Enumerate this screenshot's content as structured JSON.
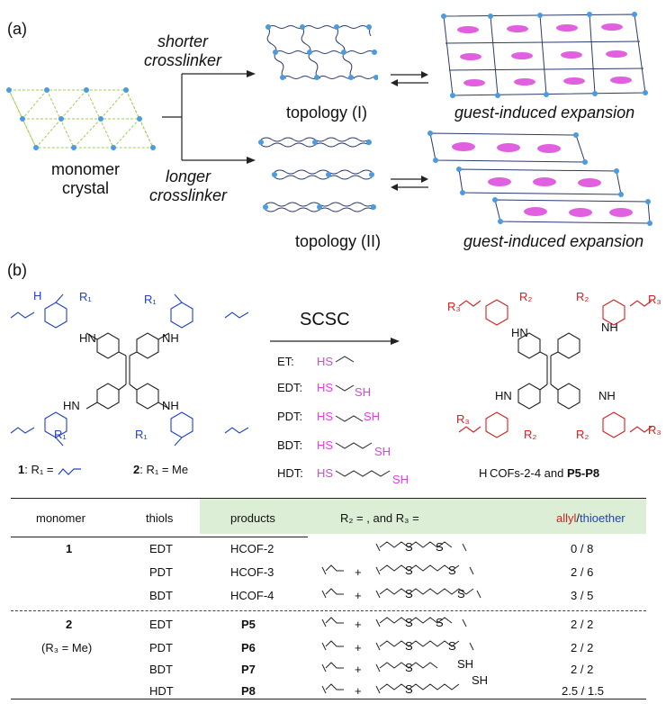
{
  "panel_a": {
    "label": "(a)",
    "shorter_line1": "shorter",
    "shorter_line2": "crosslinker",
    "longer_line1": "longer",
    "longer_line2": "crosslinker",
    "monomer_line1": "monomer",
    "monomer_line2": "crystal",
    "topology1": "topology (I)",
    "topology2": "topology (II)",
    "expansion1": "guest-induced expansion",
    "expansion2": "guest-induced expansion"
  },
  "panel_b": {
    "label": "(b)",
    "scsc": "SCSC",
    "thiols": [
      {
        "name": "ET:",
        "formula": "HS"
      },
      {
        "name": "EDT:",
        "formula": "HS",
        "end": "SH"
      },
      {
        "name": "PDT:",
        "formula": "HS",
        "end": "SH"
      },
      {
        "name": "BDT:",
        "formula": "HS",
        "end": "SH"
      },
      {
        "name": "HDT:",
        "formula": "HS",
        "end": "SH"
      }
    ],
    "monomer1_caption": ": R₁ =",
    "monomer1_num": "1",
    "monomer2_num": "2",
    "monomer2_caption": ": R₁ = Me",
    "product_caption_pre": "H COFs-2-4 and",
    "product_caption_bold": "P5-P8",
    "atoms": {
      "R1": "R₁",
      "R2": "R₂",
      "R3": "R₃",
      "N": "N",
      "H": "H",
      "HN": "HN",
      "NH": "NH"
    }
  },
  "table": {
    "headers": {
      "monomer": "monomer",
      "thiols": "thiols",
      "products": "products",
      "r_label": "R₂ = , and R₃ =",
      "allyl": "allyl",
      "slash": "/",
      "thioether": "thioether"
    },
    "rows": [
      {
        "monomer": "1",
        "thiol": "EDT",
        "product": "HCOF-2",
        "ratio": "0 / 8",
        "plus": ""
      },
      {
        "monomer": "",
        "thiol": "PDT",
        "product": "HCOF-3",
        "ratio": "2 / 6",
        "plus": "+"
      },
      {
        "monomer": "",
        "thiol": "BDT",
        "product": "HCOF-4",
        "ratio": "3 / 5",
        "plus": "+"
      },
      {
        "monomer": "2",
        "thiol": "EDT",
        "product": "P5",
        "ratio": "2 / 2",
        "plus": "+"
      },
      {
        "monomer": "(R₃ = Me)",
        "thiol": "PDT",
        "product": "P6",
        "ratio": "2 / 2",
        "plus": "+"
      },
      {
        "monomer": "",
        "thiol": "BDT",
        "product": "P7",
        "ratio": "2 / 2",
        "plus": "+"
      },
      {
        "monomer": "",
        "thiol": "HDT",
        "product": "P8",
        "ratio": "2.5 / 1.5",
        "plus": "+"
      }
    ],
    "chain_S": "S",
    "chain_SH": "SH"
  },
  "colors": {
    "monomer_blue": "#2040c8",
    "product_red": "#d42020",
    "thiol_magenta": "#e040e0",
    "header_green": "#dcefd6",
    "node_blue": "#4a9be0",
    "guest_magenta": "#e060e0"
  }
}
